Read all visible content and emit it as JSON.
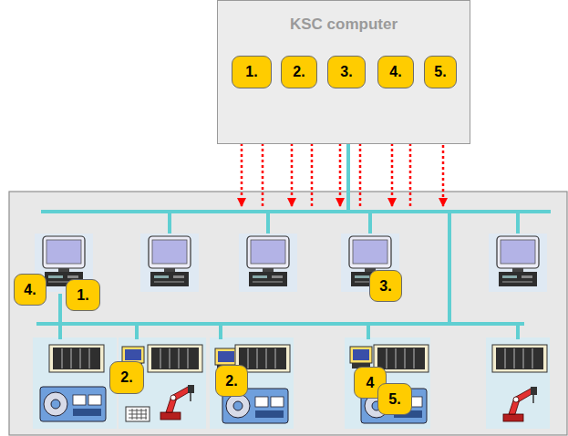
{
  "diagram": {
    "nodes": [
      {
        "text": [
          "KSC computer"
        ]
      },
      {
        "text": [
          "1."
        ],
        "in": 0
      },
      {
        "text": [
          "2."
        ],
        "in": 0
      },
      {
        "text": [
          "3."
        ],
        "in": 0
      },
      {
        "text": [
          "4."
        ],
        "in": 0
      },
      {
        "text": [
          "5."
        ],
        "in": 0
      },
      {
        "text": [
          "4."
        ]
      },
      {
        "text": [
          "1."
        ]
      },
      {
        "text": [
          "3."
        ]
      },
      {
        "text": [
          "2."
        ]
      },
      {
        "text": [
          "2."
        ]
      },
      {
        "text": [
          "4"
        ]
      },
      {
        "text": [
          "5."
        ]
      }
    ],
    "edges": [
      {
        "from": 1,
        "to": 3,
        "arrow": "both"
      }
    ]
  }
}
